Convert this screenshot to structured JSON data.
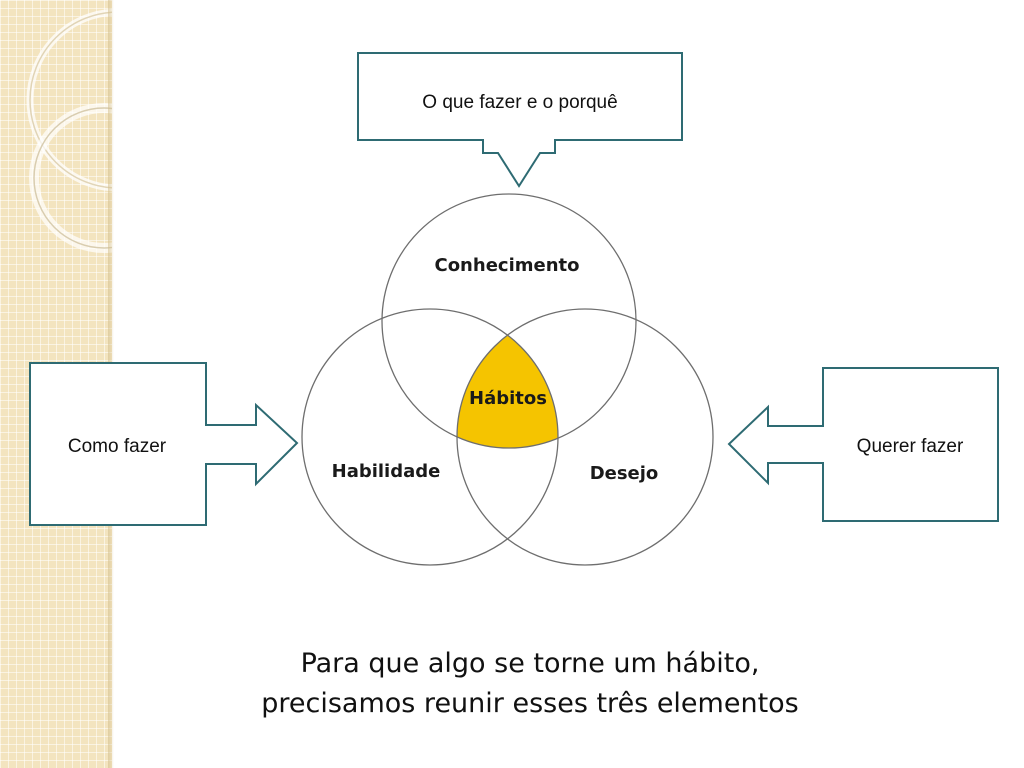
{
  "diagram": {
    "circles": {
      "top": "Conhecimento",
      "left": "Habilidade",
      "right": "Desejo",
      "center": "Hábitos"
    },
    "callouts": {
      "top": "O que fazer e o porquê",
      "left": "Como fazer",
      "right": "Querer fazer"
    }
  },
  "caption": {
    "line1": "Para que algo se torne um hábito,",
    "line2": "precisamos reunir esses três elementos"
  },
  "colors": {
    "callout_border": "#2e6b73",
    "center_fill": "#f5c400",
    "circle_stroke": "#6e6e6e",
    "side_strip": "#f3e4bf"
  }
}
